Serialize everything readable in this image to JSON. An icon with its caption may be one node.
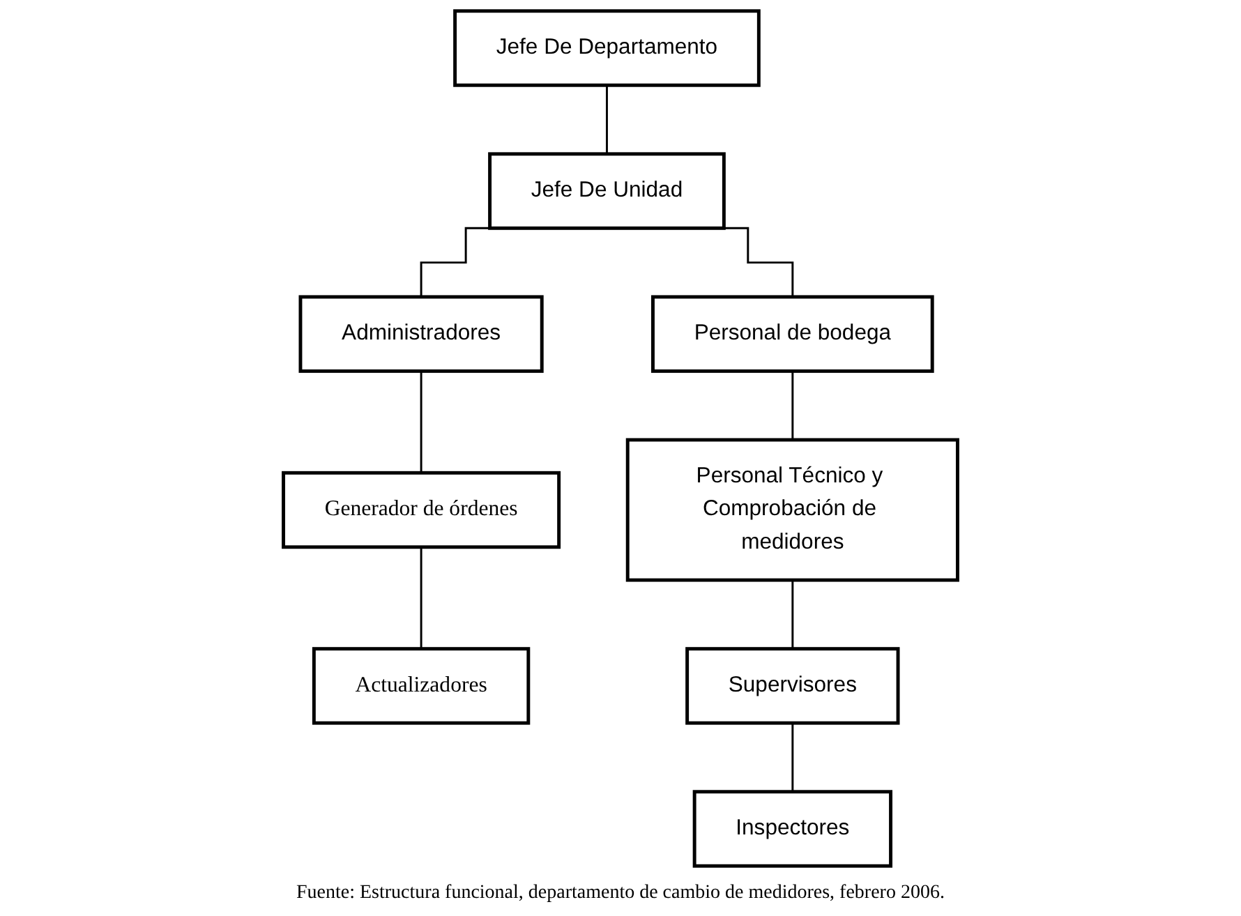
{
  "diagram": {
    "caption": "Fuente: Estructura funcional, departamento de cambio de medidores, febrero 2006.",
    "nodes": [
      {
        "text": [
          "Jefe De Departamento"
        ]
      },
      {
        "text": [
          "Jefe De Unidad"
        ]
      },
      {
        "text": [
          "Administradores"
        ]
      },
      {
        "text": [
          "Generador de órdenes"
        ]
      },
      {
        "text": [
          "Actualizadores"
        ]
      },
      {
        "text": [
          "Personal de bodega"
        ]
      },
      {
        "text": [
          "Personal Técnico y Comprobación de medidores"
        ]
      },
      {
        "text": [
          "Supervisores"
        ]
      },
      {
        "text": [
          "Inspectores"
        ]
      }
    ],
    "edges": [
      {
        "from": 0,
        "to": 1,
        "arrow": "none"
      },
      {
        "from": 1,
        "to": 2,
        "arrow": "none"
      },
      {
        "from": 1,
        "to": 5,
        "arrow": "none"
      },
      {
        "from": 2,
        "to": 3,
        "arrow": "none"
      },
      {
        "from": 3,
        "to": 4,
        "arrow": "none"
      },
      {
        "from": 5,
        "to": 6,
        "arrow": "none"
      },
      {
        "from": 6,
        "to": 7,
        "arrow": "none"
      },
      {
        "from": 7,
        "to": 8,
        "arrow": "none"
      }
    ]
  }
}
